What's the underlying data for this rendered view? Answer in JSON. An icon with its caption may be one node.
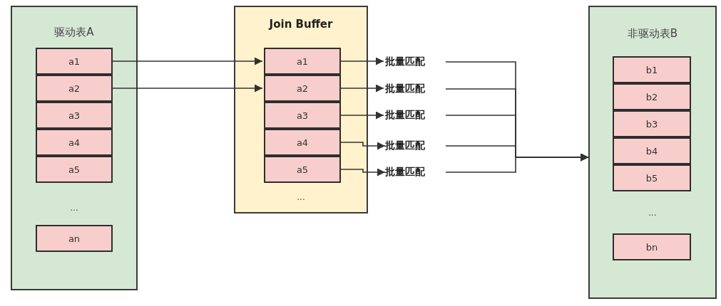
{
  "diagram": {
    "nodes": [
      {
        "text": [
          "驱动表A",
          "..."
        ]
      },
      {
        "text": [
          "a1"
        ],
        "in": 0
      },
      {
        "text": [
          "a2"
        ],
        "in": 0
      },
      {
        "text": [
          "a3"
        ],
        "in": 0
      },
      {
        "text": [
          "a4"
        ],
        "in": 0
      },
      {
        "text": [
          "a5"
        ],
        "in": 0
      },
      {
        "text": [
          "an"
        ],
        "in": 0
      },
      {
        "text": [
          "Join Buffer",
          "..."
        ]
      },
      {
        "text": [
          "a1"
        ],
        "in": 7
      },
      {
        "text": [
          "a2"
        ],
        "in": 7
      },
      {
        "text": [
          "a3"
        ],
        "in": 7
      },
      {
        "text": [
          "a4"
        ],
        "in": 7
      },
      {
        "text": [
          "a5"
        ],
        "in": 7
      },
      {
        "text": [
          "批量匹配"
        ]
      },
      {
        "text": [
          "批量匹配"
        ]
      },
      {
        "text": [
          "批量匹配"
        ]
      },
      {
        "text": [
          "批量匹配"
        ]
      },
      {
        "text": [
          "批量匹配"
        ]
      },
      {
        "text": [
          "非驱动表B",
          "..."
        ]
      },
      {
        "text": [
          "b1"
        ],
        "in": 18
      },
      {
        "text": [
          "b2"
        ],
        "in": 18
      },
      {
        "text": [
          "b3"
        ],
        "in": 18
      },
      {
        "text": [
          "b4"
        ],
        "in": 18
      },
      {
        "text": [
          "b5"
        ],
        "in": 18
      },
      {
        "text": [
          "bn"
        ],
        "in": 18
      }
    ],
    "edges": [
      {
        "from": 1,
        "to": 8,
        "arrow": "to"
      },
      {
        "from": 2,
        "to": 9,
        "arrow": "to"
      },
      {
        "from": 8,
        "to": 13,
        "arrow": "to"
      },
      {
        "from": 9,
        "to": 14,
        "arrow": "to"
      },
      {
        "from": 10,
        "to": 15,
        "arrow": "to"
      },
      {
        "from": 11,
        "to": 16,
        "arrow": "to"
      },
      {
        "from": 12,
        "to": 17,
        "arrow": "to"
      },
      {
        "from": 13,
        "to": 18,
        "arrow": "to"
      },
      {
        "from": 14,
        "to": 18,
        "arrow": "to"
      },
      {
        "from": 15,
        "to": 18,
        "arrow": "to"
      },
      {
        "from": 16,
        "to": 18,
        "arrow": "to"
      },
      {
        "from": 17,
        "to": 18,
        "arrow": "to"
      }
    ]
  }
}
